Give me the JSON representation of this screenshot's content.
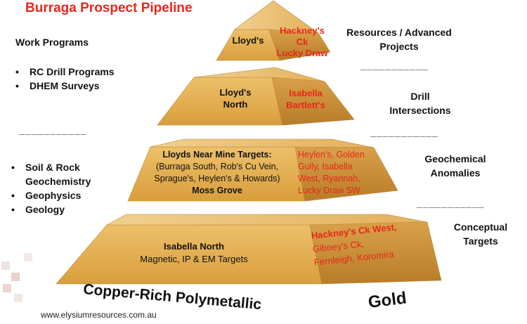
{
  "title": "Burraga Prospect Pipeline",
  "left_panel": {
    "work_programs_heading": "Work Programs",
    "work_programs": [
      "RC Drill Programs",
      "DHEM Surveys"
    ],
    "separator": "___________",
    "methods": [
      "Soil & Rock Geochemistry",
      "Geophysics",
      "Geology"
    ]
  },
  "right_panel": {
    "stage1": [
      "Resources / Advanced",
      "Projects"
    ],
    "stage2": [
      "Drill",
      "Intersections"
    ],
    "stage3": [
      "Geochemical",
      "Anomalies"
    ],
    "stage4": [
      "Conceptual",
      "Targets"
    ],
    "separator": "___________"
  },
  "pyramid": {
    "tier1": {
      "copper": "Lloyd's",
      "gold": [
        "Hackney's Ck",
        "Lucky Draw"
      ]
    },
    "tier2": {
      "copper": [
        "Lloyd's",
        "North"
      ],
      "gold": [
        "Isabella",
        "Bartlett's"
      ]
    },
    "tier3": {
      "copper": [
        "Lloyds Near Mine Targets:",
        "(Burraga South, Rob's Cu Vein,",
        "Sprague's, Heylen's & Howards)",
        "Moss Grove"
      ],
      "gold": [
        "Heylen's, Golden",
        "Gully, Isabella",
        "West, Ryannah,",
        "Lucky Draw SW"
      ]
    },
    "tier4": {
      "copper": [
        "Isabella North",
        "Magnetic, IP & EM Targets"
      ],
      "gold": [
        "Hackney's Ck West,",
        "Gibney's Ck,",
        "Fernleigh, Koromira"
      ]
    }
  },
  "bottom_labels": {
    "copper_face": "Copper-Rich Polymetallic",
    "gold_face": "Gold"
  },
  "website": "www.elysiumresources.com.au",
  "colors": {
    "accent_red": "#e8271c",
    "gold_front": "#e2ad4f",
    "gold_side": "#c98f34",
    "gold_top": "#ebc373"
  }
}
